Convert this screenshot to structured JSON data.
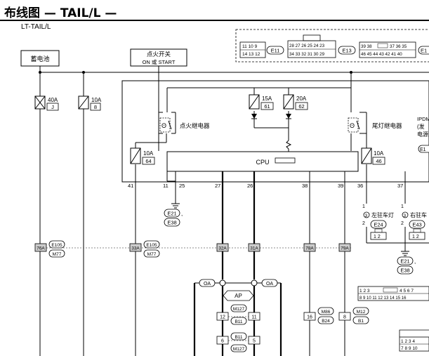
{
  "page": {
    "title": "布线图 — TAIL/L —",
    "subtitle": "LT-TAIL/L"
  },
  "blocks": {
    "battery": "蓄电池",
    "ignition_switch_line1": "点火开关",
    "ignition_switch_line2": "ON 或 START",
    "cpu": "CPU",
    "ignition_relay": "点火继电器",
    "tail_relay": "尾灯继电器",
    "ipdm_line1": "IPDM",
    "ipdm_line2": "(发",
    "ipdm_line3": "电源",
    "ipdm_line4": "E1",
    "left_parking_lamp": "左驻车灯",
    "right_parking_lamp": "右驻车",
    "ap": "AP",
    "oa_left": "OA",
    "oa_right": "OA"
  },
  "fuses": {
    "f40a": {
      "amps": "40A",
      "id": "J"
    },
    "f10a_batt": {
      "amps": "10A",
      "id": "8"
    },
    "f15a": {
      "amps": "15A",
      "id": "61"
    },
    "f20a": {
      "amps": "20A",
      "id": "62"
    },
    "f10a_64": {
      "amps": "10A",
      "id": "64"
    },
    "f10a_46": {
      "amps": "10A",
      "id": "46"
    }
  },
  "pins": [
    "41",
    "11",
    "25",
    "27",
    "26",
    "38",
    "39",
    "36",
    "37"
  ],
  "grounds": {
    "cpu_ground": [
      "E21",
      "E38"
    ],
    "lamp_ground": [
      "E21",
      "E38"
    ]
  },
  "connector_labels": {
    "e11": "E11",
    "e13": "E13",
    "e1x": "E1",
    "e105_left": "E105",
    "m77_left": "M77",
    "e105_mid": "E105",
    "m77_mid": "M77",
    "e24": "E24",
    "e43": "E43",
    "m127_a": "M127",
    "b11_a": "B11",
    "b11_b": "B11",
    "m127_b": "M127",
    "m86": "M86",
    "b24": "B24",
    "m12": "M12",
    "b1": "B1"
  },
  "terminals": {
    "t76a": "76A",
    "t33a": "33A",
    "t32a": "32A",
    "t31a": "31A",
    "t78a": "78A",
    "t79a": "79A",
    "t12": "12",
    "t11": "11",
    "t6": "6",
    "t5": "5",
    "t16": "16",
    "t8": "8"
  },
  "lamp_pins": {
    "left_top": "1",
    "left_bottom": "2",
    "right_top": "1",
    "right_bottom": "2",
    "left_circle": "3",
    "right_circle": "3"
  },
  "connector_grids": {
    "e11_rows": [
      [
        "11",
        "10",
        "9"
      ],
      [
        "14",
        "13",
        "12"
      ]
    ],
    "e13_rows": [
      [
        "28",
        "27",
        "26",
        "25",
        "24",
        "23"
      ],
      [
        "34",
        "33",
        "32",
        "31",
        "30",
        "29"
      ]
    ],
    "e1x_rows": [
      [
        "39",
        "38",
        "",
        "37",
        "36",
        "35"
      ],
      [
        "46",
        "45",
        "44",
        "43",
        "42",
        "41",
        "40"
      ]
    ],
    "small_12": [
      "1",
      "2"
    ],
    "bottom_grid_rows": [
      [
        "1",
        "2",
        "3",
        "",
        "4",
        "5",
        "6",
        "7"
      ],
      [
        "8",
        "9",
        "10",
        "11",
        "12",
        "13",
        "14",
        "15",
        "16"
      ]
    ],
    "corner_grid_rows": [
      [
        "1",
        "2",
        "3",
        "4"
      ],
      [
        "7",
        "8",
        "9",
        "10"
      ]
    ]
  },
  "colors": {
    "line": "#000000",
    "dash": "#555555",
    "shading": "#bbbbbb"
  }
}
